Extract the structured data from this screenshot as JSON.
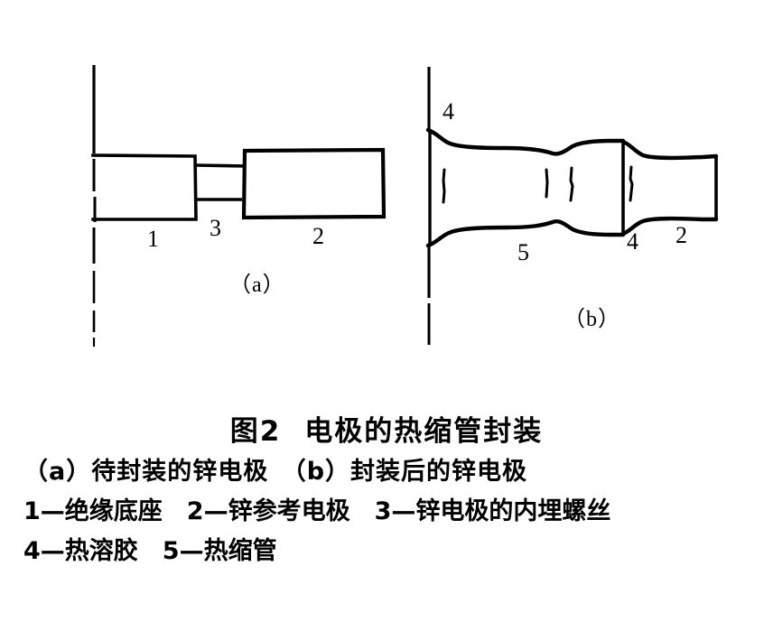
{
  "figure": {
    "title_main": "图2",
    "title_rest": "电极的热缩管封装",
    "subtitle": "（a）待封装的锌电极　（b）封装后的锌电极",
    "legend_line1": "1—绝缘底座　2—锌参考电极　3—锌电极的内埋螺丝",
    "legend_line2": "4—热溶胶　5—热缩管",
    "panel_a_label": "（a）",
    "panel_b_label": "（b）",
    "ink_color": "#000000",
    "background_color": "#ffffff"
  },
  "panel_a": {
    "labels": {
      "base": "1",
      "zinc_electrode": "2",
      "screw": "3"
    }
  },
  "panel_b": {
    "labels": {
      "hot_melt_glue_top": "4",
      "shrink_tube": "5",
      "hot_melt_glue_bottom": "4",
      "zinc_electrode": "2"
    }
  },
  "legend_items": [
    {
      "key": "1",
      "text": "绝缘底座"
    },
    {
      "key": "2",
      "text": "锌参考电极"
    },
    {
      "key": "3",
      "text": "锌电极的内埋螺丝"
    },
    {
      "key": "4",
      "text": "热溶胶"
    },
    {
      "key": "5",
      "text": "热缩管"
    }
  ]
}
